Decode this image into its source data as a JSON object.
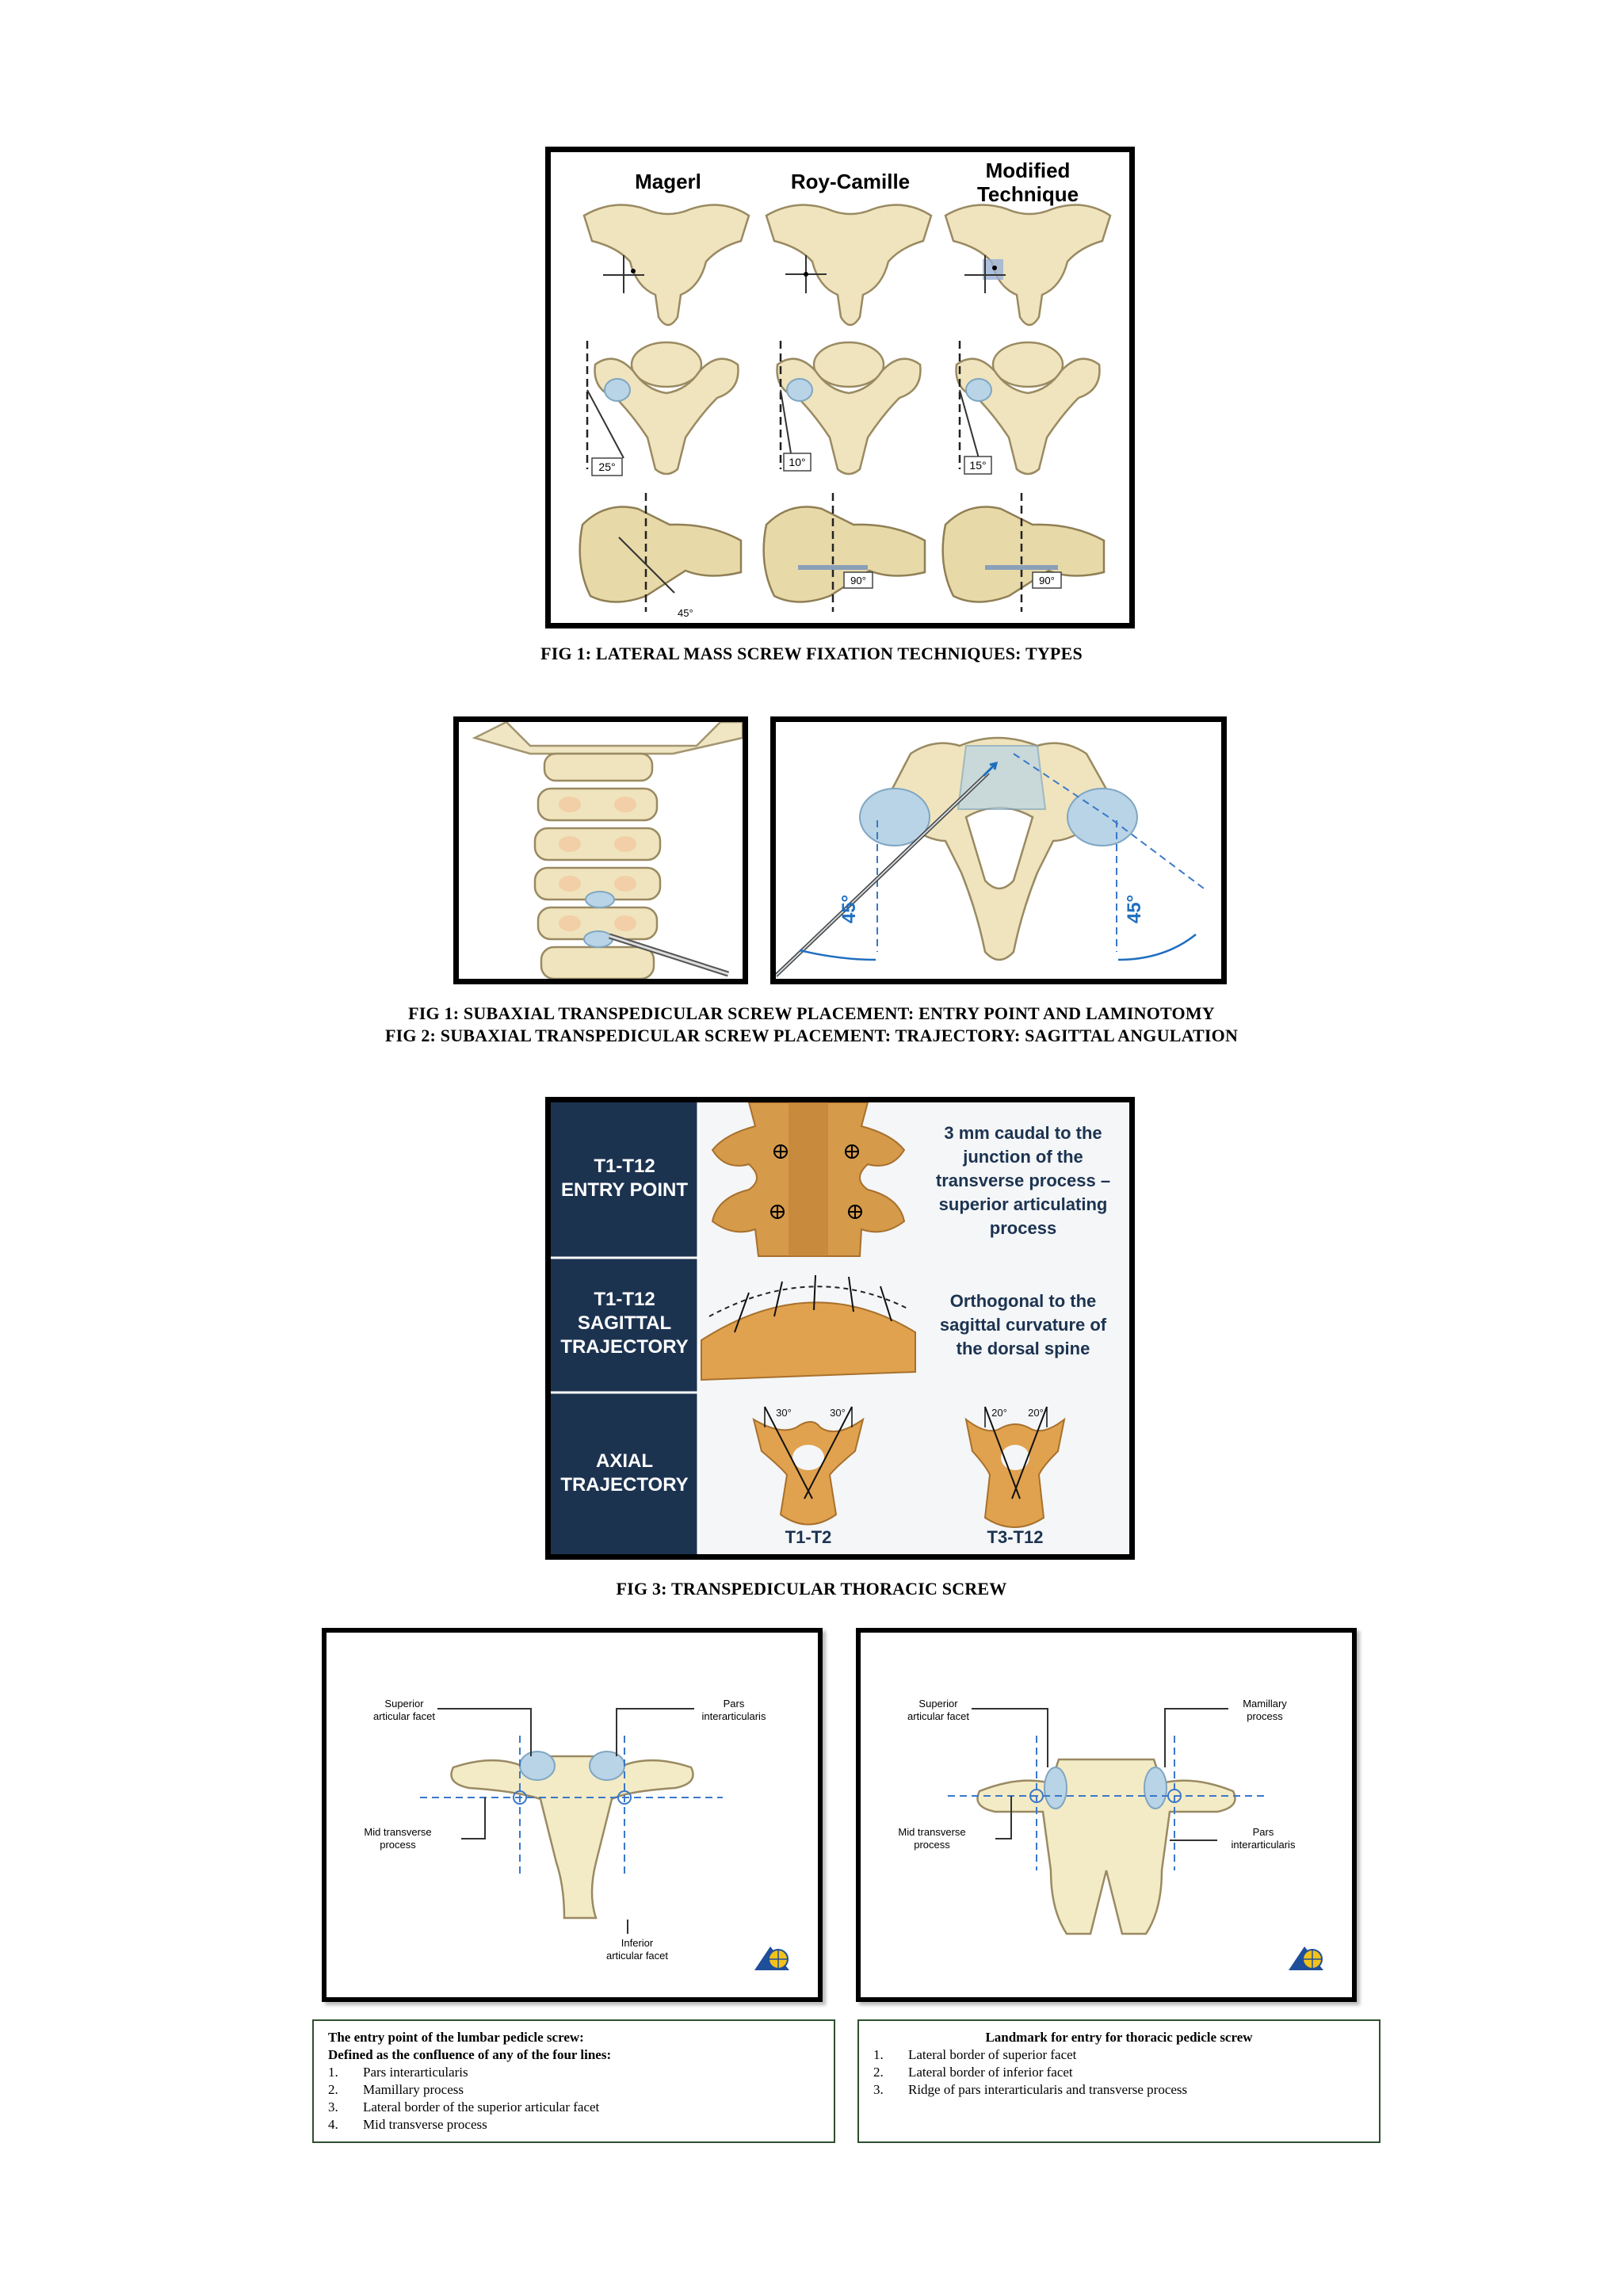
{
  "fig_lateral_mass": {
    "columns": [
      "Magerl",
      "Roy-Camille",
      "Modified",
      "Technique"
    ],
    "angles": [
      "25°",
      "10°",
      "15°"
    ],
    "side_angles": [
      "45°",
      "90°",
      "90°"
    ],
    "caption": "FIG 1: LATERAL MASS SCREW FIXATION TECHNIQUES: TYPES"
  },
  "fig_subaxial": {
    "angles": [
      "45°",
      "45°"
    ],
    "caption_1": "FIG 1: SUBAXIAL TRANSPEDICULAR SCREW PLACEMENT: ENTRY POINT AND LAMINOTOMY",
    "caption_2": "FIG 2: SUBAXIAL TRANSPEDICULAR SCREW PLACEMENT: TRAJECTORY: SAGITTAL ANGULATION"
  },
  "fig_thoracic": {
    "row1_label": [
      "T1-T12",
      "ENTRY POINT"
    ],
    "row1_desc": [
      "3 mm caudal to the",
      "junction of the",
      "transverse process –",
      "superior articulating",
      "process"
    ],
    "row2_label": [
      "T1-T12",
      "SAGITTAL",
      "TRAJECTORY"
    ],
    "row2_desc": [
      "Orthogonal to the",
      "sagittal curvature of",
      "the dorsal spine"
    ],
    "row3_label": [
      "AXIAL",
      "TRAJECTORY"
    ],
    "angle_a": [
      "30°",
      "30°"
    ],
    "angle_b": [
      "20°",
      "20°"
    ],
    "level_a": "T1-T2",
    "level_b": "T3-T12",
    "caption": "FIG 3: TRANSPEDICULAR THORACIC SCREW"
  },
  "fig_lumbar": {
    "labels": {
      "superior": [
        "Superior",
        "articular facet"
      ],
      "pars": [
        "Pars",
        "interarticularis"
      ],
      "mid": [
        "Mid transverse",
        "process"
      ],
      "inferior": [
        "Inferior",
        "articular facet"
      ]
    }
  },
  "fig_thoracic_landmark": {
    "labels": {
      "superior": [
        "Superior",
        "articular facet"
      ],
      "mamillary": [
        "Mamillary",
        "process"
      ],
      "mid": [
        "Mid transverse",
        "process"
      ],
      "pars": [
        "Pars",
        "interarticularis"
      ]
    }
  },
  "legend_lumbar": {
    "heading_1": "The entry point of the lumbar pedicle screw:",
    "heading_2": "Defined as the confluence of any of the four lines:",
    "items": [
      {
        "n": "1.",
        "text": "Pars interarticularis"
      },
      {
        "n": "2.",
        "text": "Mamillary process"
      },
      {
        "n": "3.",
        "text": "Lateral border of the superior articular facet"
      },
      {
        "n": "4.",
        "text": "Mid transverse process"
      }
    ]
  },
  "legend_thoracic": {
    "heading": "Landmark for entry for thoracic pedicle screw",
    "items": [
      {
        "n": "1.",
        "text": "Lateral border of superior facet"
      },
      {
        "n": "2.",
        "text": "Lateral border of inferior facet"
      },
      {
        "n": "3.",
        "text": "Ridge of pars interarticularis and transverse process"
      }
    ]
  }
}
